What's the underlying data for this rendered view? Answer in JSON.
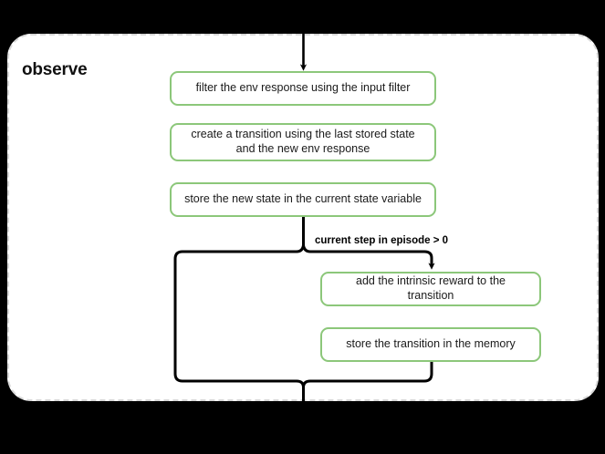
{
  "diagram": {
    "type": "flowchart",
    "title": "observe",
    "background_color": "#000000",
    "panel_color": "#ffffff",
    "panel_border_color": "#d9d9d9",
    "node_border_color": "#8cc77a",
    "edge_color": "#000000",
    "nodes": [
      {
        "id": "filter",
        "label": "filter the env response using the input filter"
      },
      {
        "id": "transition",
        "label": "create a transition using the last stored state and the new env response"
      },
      {
        "id": "store",
        "label": "store the new state in the current state variable"
      },
      {
        "id": "intrinsic",
        "label": "add the intrinsic reward to the transition"
      },
      {
        "id": "memory",
        "label": "store the transition in the memory"
      }
    ],
    "edge_labels": [
      {
        "id": "condition",
        "label": "current step in episode > 0"
      }
    ]
  }
}
